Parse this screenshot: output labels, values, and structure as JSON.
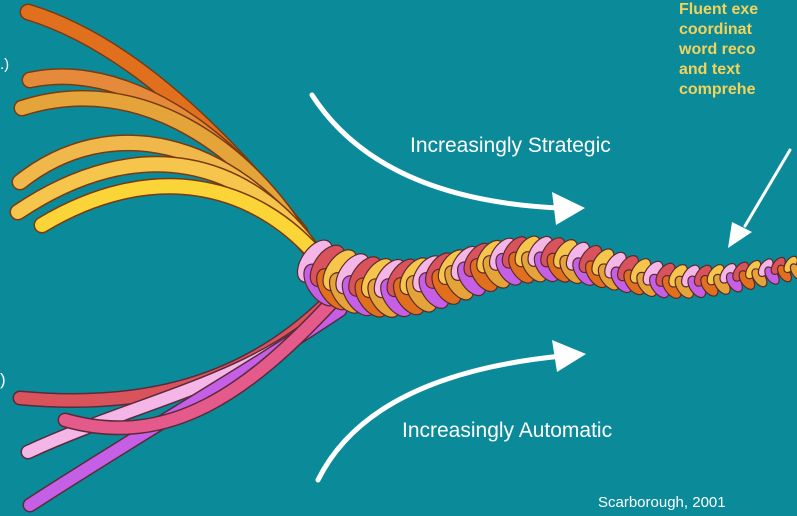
{
  "labels": {
    "strategic": "Increasingly  Strategic",
    "automatic": "Increasingly Automatic",
    "fluent": "Fluent exe\ncoordinat\nword reco\nand text\ncomprehe",
    "citation": "Scarborough, 2001",
    "left_upper_fragment": ".)",
    "left_lower_fragment": ")"
  },
  "colors": {
    "background": "#0b8a9a",
    "fluent_text": "#f3d35a",
    "arrow": "#ffffff",
    "upper_strands": [
      "#e0701e",
      "#e58a3a",
      "#e4a43a",
      "#f0b84a",
      "#f6c54b",
      "#fbd437"
    ],
    "lower_strands": [
      "#d9535d",
      "#f3b6e6",
      "#c560e6",
      "#e45a8a"
    ],
    "braid_palette": [
      "#f3b6e6",
      "#c560e6",
      "#d9535d",
      "#e0701e",
      "#f6c54b",
      "#e4a43a"
    ]
  }
}
